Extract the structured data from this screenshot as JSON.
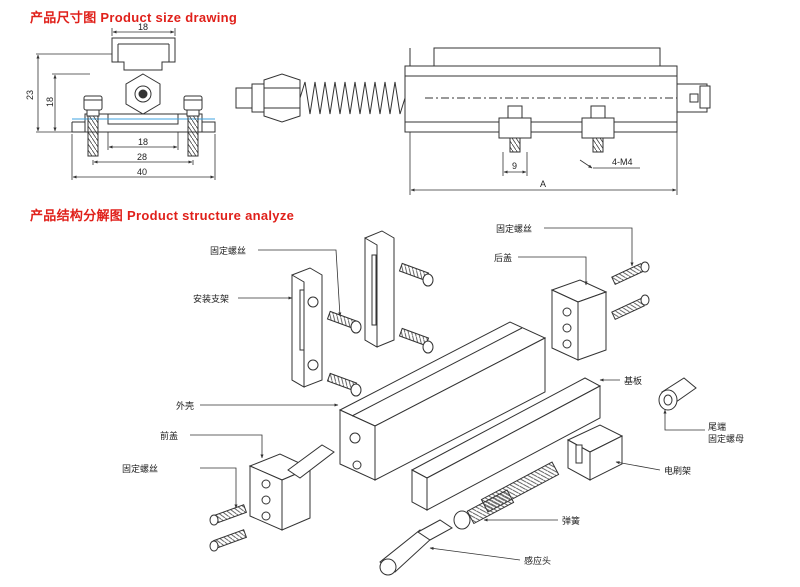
{
  "titles": {
    "size": "产品尺寸图 Product size drawing",
    "structure": "产品结构分解图 Product structure analyze"
  },
  "dimensions": {
    "top_width": "18",
    "height_outer": "23",
    "height_inner": "18",
    "slot_width": "18",
    "inner_width": "28",
    "base_width": "40",
    "slider_width": "9",
    "thread": "4-M4",
    "length": "A"
  },
  "parts": {
    "fixing_screw_top": "固定螺丝",
    "mounting_bracket": "安装支架",
    "fixing_screw_right": "固定螺丝",
    "rear_cover": "后盖",
    "base_plate": "基板",
    "housing": "外壳",
    "front_cover": "前盖",
    "fixing_screw_left": "固定螺丝",
    "tail_nut_line1": "尾端",
    "tail_nut_line2": "固定螺母",
    "brush_holder": "电刷架",
    "spring": "弹簧",
    "sensing_head": "感应头"
  },
  "colors": {
    "title": "#e0201a",
    "line": "#333333"
  }
}
